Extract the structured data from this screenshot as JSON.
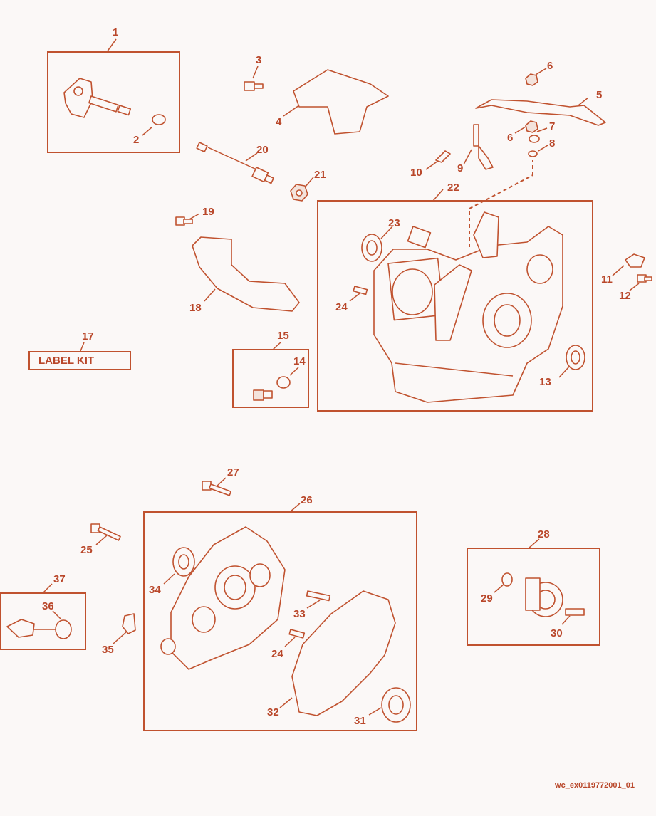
{
  "callouts": {
    "c1": "1",
    "c2": "2",
    "c3": "3",
    "c4": "4",
    "c5": "5",
    "c6a": "6",
    "c6b": "6",
    "c7": "7",
    "c8": "8",
    "c9": "9",
    "c10": "10",
    "c11": "11",
    "c12": "12",
    "c13": "13",
    "c14": "14",
    "c15": "15",
    "c17": "17",
    "c18": "18",
    "c19": "19",
    "c20": "20",
    "c21": "21",
    "c22": "22",
    "c23": "23",
    "c24a": "24",
    "c24b": "24",
    "c25": "25",
    "c26": "26",
    "c27": "27",
    "c28": "28",
    "c29": "29",
    "c30": "30",
    "c31": "31",
    "c32": "32",
    "c33": "33",
    "c34": "34",
    "c35": "35",
    "c36": "36",
    "c37": "37"
  },
  "label_kit": "LABEL KIT",
  "reference_code": "wc_ex0119772001_01",
  "colors": {
    "line": "#c0522f",
    "text": "#b9472a",
    "background": "#fbf8f7"
  }
}
